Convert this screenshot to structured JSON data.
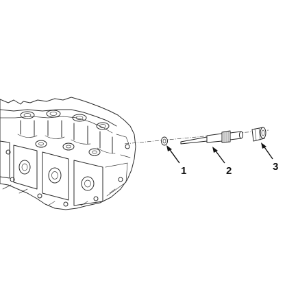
{
  "callouts": [
    {
      "id": "1",
      "label": "1"
    },
    {
      "id": "2",
      "label": "2"
    },
    {
      "id": "3",
      "label": "3"
    }
  ],
  "colors": {
    "line": "#2a2a2a",
    "background": "#ffffff",
    "text": "#111111"
  }
}
